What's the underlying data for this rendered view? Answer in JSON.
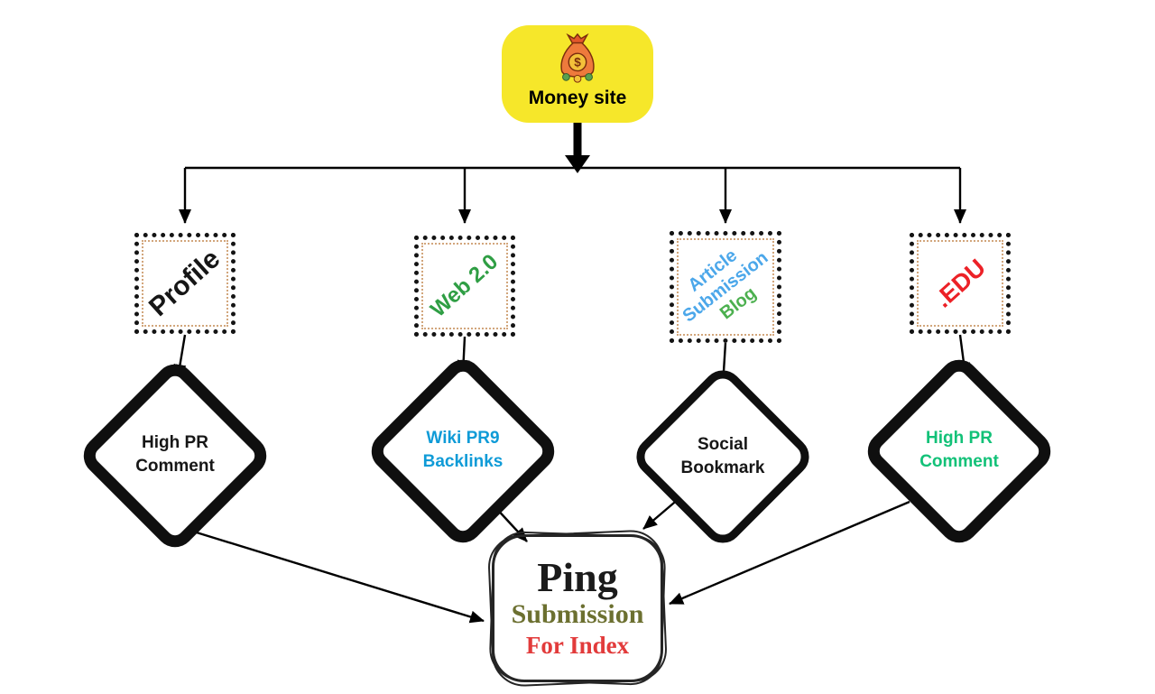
{
  "money_site": {
    "label": "Money site",
    "bg_color": "#F6E72A",
    "icon": "money-bag-icon"
  },
  "stamps": [
    {
      "name": "profile",
      "lines": [
        {
          "text": "Profile",
          "color": "#161616"
        }
      ]
    },
    {
      "name": "web-2-0",
      "lines": [
        {
          "text": "Web 2.0",
          "color": "#2F9E44"
        }
      ]
    },
    {
      "name": "article-submission-blog",
      "lines": [
        {
          "text": "Article",
          "color": "#4BA7EA"
        },
        {
          "text": "Submission",
          "color": "#4BA7EA"
        },
        {
          "text": "Blog",
          "color": "#4CB04F"
        }
      ]
    },
    {
      "name": "edu",
      "lines": [
        {
          "text": ".EDU",
          "color": "#EC2127"
        }
      ]
    }
  ],
  "diamonds": [
    {
      "name": "high-pr-comment-left",
      "lines": [
        "High PR",
        "Comment"
      ],
      "color": "#161616"
    },
    {
      "name": "wiki-pr9-backlinks",
      "lines": [
        "Wiki PR9",
        "Backlinks"
      ],
      "color": "#0F9BD7"
    },
    {
      "name": "social-bookmark",
      "lines": [
        "Social",
        "Bookmark"
      ],
      "color": "#161616"
    },
    {
      "name": "high-pr-comment-right",
      "lines": [
        "High PR",
        "Comment"
      ],
      "color": "#12C178"
    }
  ],
  "center_box": {
    "lines": [
      {
        "text": "Ping",
        "color": "#1B1B1B"
      },
      {
        "text": "Submission",
        "color": "#6C7030"
      },
      {
        "text": "For Index",
        "color": "#E23B3B"
      }
    ]
  }
}
